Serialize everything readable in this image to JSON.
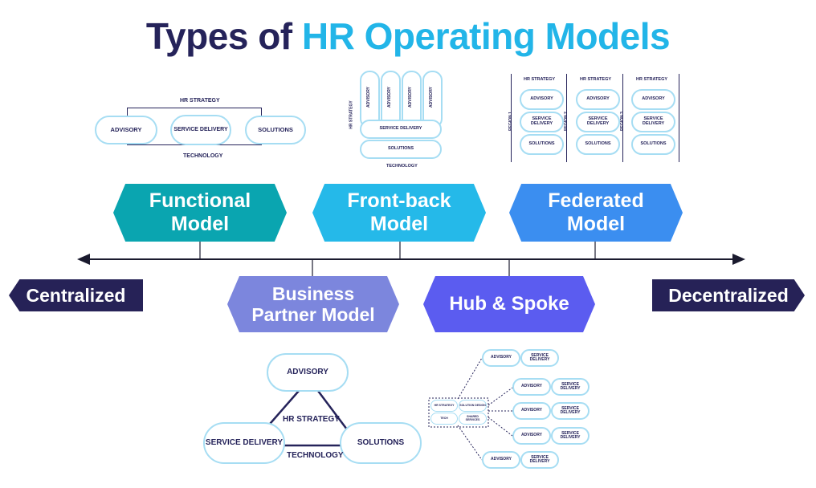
{
  "title": {
    "prefix": "Types of ",
    "highlight": "HR Operating Models"
  },
  "colors": {
    "navy": "#25235a",
    "accent": "#22b5e8",
    "pill_border": "#a6ddf3"
  },
  "axis": {
    "left_label": "Centralized",
    "right_label": "Decentralized"
  },
  "models": {
    "functional": {
      "line1": "Functional",
      "line2": "Model",
      "color": "#0aa5b0"
    },
    "front_back": {
      "line1": "Front-back",
      "line2": "Model",
      "color": "#25b9e9"
    },
    "federated": {
      "line1": "Federated",
      "line2": "Model",
      "color": "#3b8ef0"
    },
    "business_partner": {
      "line1": "Business",
      "line2": "Partner Model",
      "color": "#7c86dd"
    },
    "hub_spoke": {
      "line1": "Hub & Spoke",
      "color": "#5b5cf0"
    }
  },
  "functional_diagram": {
    "top": "HR STRATEGY",
    "bottom": "TECHNOLOGY",
    "pills": [
      "ADVISORY",
      "SERVICE DELIVERY",
      "SOLUTIONS"
    ]
  },
  "frontback_diagram": {
    "side": "HR STRATEGY",
    "columns": [
      "ADVISORY",
      "ADVISORY",
      "ADVISORY",
      "ADVISORY"
    ],
    "service": "SERVICE DELIVERY",
    "solutions": "SOLUTIONS",
    "bottom": "TECHNOLOGY"
  },
  "federated_diagram": {
    "regions": [
      {
        "strategy": "HR STRATEGY",
        "region": "REGION 1",
        "pills": [
          "ADVISORY",
          "SERVICE DELIVERY",
          "SOLUTIONS"
        ]
      },
      {
        "strategy": "HR STRATEGY",
        "region": "REGION 2",
        "pills": [
          "ADVISORY",
          "SERVICE DELIVERY",
          "SOLUTIONS"
        ]
      },
      {
        "strategy": "HR STRATEGY",
        "region": "REGION 3",
        "pills": [
          "ADVISORY",
          "SERVICE DELIVERY",
          "SOLUTIONS"
        ]
      }
    ]
  },
  "bp_diagram": {
    "top": "ADVISORY",
    "left": "SERVICE DELIVERY",
    "right": "SOLUTIONS",
    "center": "HR STRATEGY",
    "bottom": "TECHNOLOGY"
  },
  "hub_diagram": {
    "hub": [
      "HR STRATEGY",
      "SOLUTION DESIGN",
      "TECH",
      "SHARED SERVICES"
    ],
    "spokes": [
      [
        "ADVISORY",
        "SERVICE DELIVERY"
      ],
      [
        "ADVISORY",
        "SERVICE DELIVERY"
      ],
      [
        "ADVISORY",
        "SERVICE DELIVERY"
      ],
      [
        "ADVISORY",
        "SERVICE DELIVERY"
      ],
      [
        "ADVISORY",
        "SERVICE DELIVERY"
      ]
    ]
  }
}
